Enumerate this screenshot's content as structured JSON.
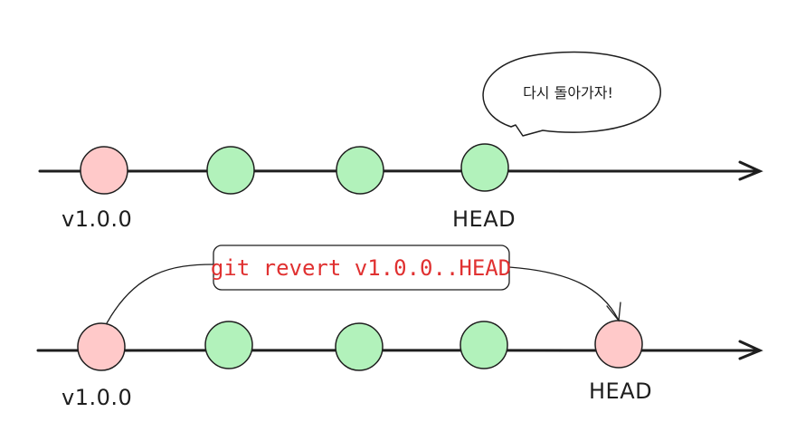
{
  "colors": {
    "release_commit": "#ffc9c9",
    "normal_commit": "#b2f2bb",
    "command_text": "#e03131",
    "ink": "#1e1e1e"
  },
  "top": {
    "label_start": "v1.0.0",
    "label_head": "HEAD",
    "bubble": "다시 돌아가자!"
  },
  "bottom": {
    "label_start": "v1.0.0",
    "label_head": "HEAD",
    "command": "git revert v1.0.0..HEAD"
  }
}
